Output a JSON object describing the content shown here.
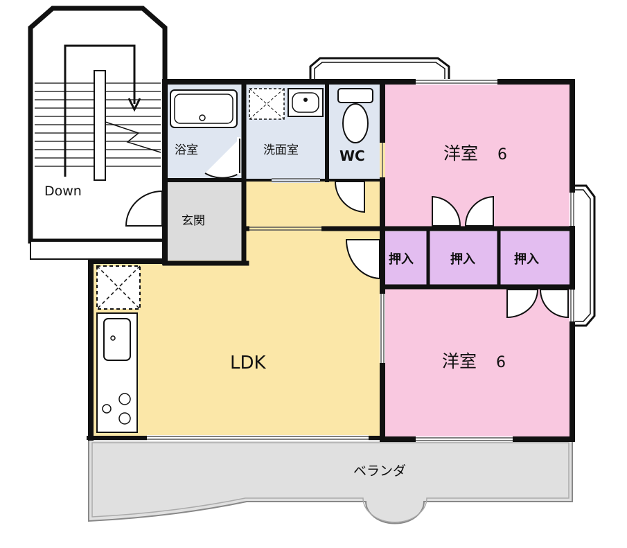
{
  "rooms": {
    "western_a": {
      "name": "洋室",
      "size": "6"
    },
    "western_b": {
      "name": "洋室",
      "size": "6"
    },
    "ldk": "LDK",
    "bath": "浴室",
    "washroom": "洗面室",
    "wc": "WC",
    "entrance": "玄関",
    "closet_1": "押入",
    "closet_2": "押入",
    "closet_3": "押入",
    "veranda": "ベランダ",
    "stairs": "Down"
  },
  "colors": {
    "western": "#f9c8e0",
    "ldk": "#fbe7a8",
    "wet_area": "#dfe6f1",
    "entrance": "#dcdcdc",
    "closet": "#e3bdf0",
    "veranda": "#e0e0e0",
    "wall": "#111111"
  }
}
